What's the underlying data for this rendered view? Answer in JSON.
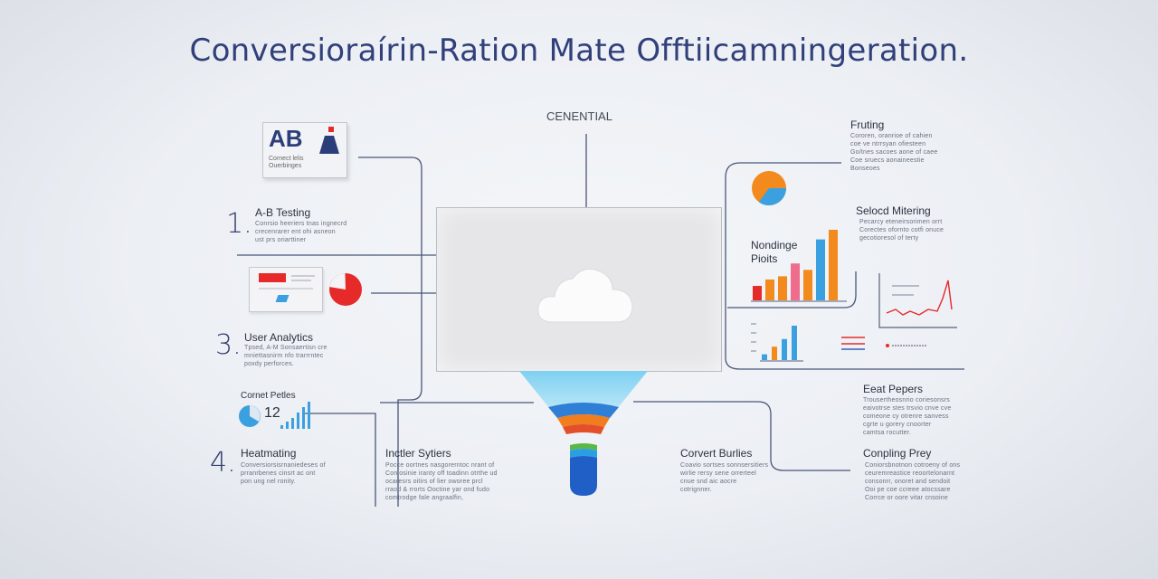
{
  "title": "Conversioraírin-Ration Mate Offtiicamningeration.",
  "center_label": "CENENTIAL",
  "left": {
    "ab_card": {
      "letters": "AB",
      "caption_1": "Cornect lelis",
      "caption_2": "Ouerbinges"
    },
    "steps": [
      {
        "number": "1.",
        "label": "A-B Testing",
        "lines": [
          "Conrsio heeriers tnas ingnecrd",
          "crecenrarer ent ohi asneon",
          "ust prs oriarttiner"
        ]
      },
      {
        "number": "3.",
        "label": "User Analytics",
        "lines": [
          "Tpsed, A-M Sonsaertisn cre",
          "mniettasnirm nfo trarrrntec",
          "poxdy perforces."
        ]
      },
      {
        "number": "4.",
        "label": "Heatmating",
        "lines": [
          "Conversiorsisrnaniedeses of",
          "prranrbenes cinsrt ac ont",
          "pon ung nel ronity."
        ]
      }
    ],
    "mini_widget": {
      "label": "Cornet Petles",
      "value": "12"
    }
  },
  "bottom": {
    "insider": {
      "label": "Inctler Sytiers",
      "lines": [
        "Pocce oortnes nasgorerntoc nrant of",
        "Coniosinie iranty off toadinn otrthe ud",
        "ocaresrs oitirs of lier oworee prcl",
        "rraod & rrorts Ooctine yar ond fudo",
        "comtrodge fale angraalfin,"
      ]
    },
    "convert": {
      "label": "Corvert Burlies",
      "lines": [
        "Coavio sortses sonnsersitiers",
        "wirlie rersy sene orrerteel",
        "cnue snd aic aocre",
        "cotrignner."
      ]
    }
  },
  "right": {
    "fruting": {
      "label": "Fruting",
      "lines": [
        "Cororen, oranrioe of cahien",
        "coe ve ntrrsyan ofiesteen",
        "Go/tnes sacoes aone of caee",
        "Coe sruecs aonaineestie",
        "Bonseoes"
      ]
    },
    "selocd": {
      "label": "Selocd Mitering",
      "lines": [
        "Pecarcy eteneirsorimen orrt",
        "Corectes ofornto cotfi onuce",
        "gecotioresol of terty"
      ]
    },
    "chart_label": {
      "line1": "Nondinge",
      "line2": "Pioits"
    },
    "east": {
      "label": "Eeat Pepers",
      "lines": [
        "Trousertheosnrio coriesonsrs",
        "eaivotrse stes trsvio cnve cve",
        "comeone cy otrenre sanvess",
        "cgrte u gorery cnoorter",
        "camtsa rocutter."
      ]
    },
    "conpling": {
      "label": "Conpling Prey",
      "lines": [
        "Coniorsbnotnon cotroeny of ons",
        "ceuremreastice reoortelonarnt",
        "consonrr, onoret and sendoit",
        "Ooi pe coe ccreee atocssare",
        "Corrce or oore vitar cnsoine"
      ]
    }
  },
  "colors": {
    "title": "#31407a",
    "accent_orange": "#f28a1e",
    "accent_blue": "#3aa0e0",
    "accent_red": "#e62a2a",
    "accent_pink": "#ef6d8c",
    "line": "#4a5678"
  },
  "chart_data": [
    {
      "type": "bar",
      "values": [
        18,
        26,
        30,
        46,
        38,
        76,
        88
      ]
    },
    {
      "type": "bar",
      "values": [
        6,
        14,
        22,
        36
      ]
    },
    {
      "type": "pie",
      "values": [
        65,
        35
      ]
    }
  ]
}
